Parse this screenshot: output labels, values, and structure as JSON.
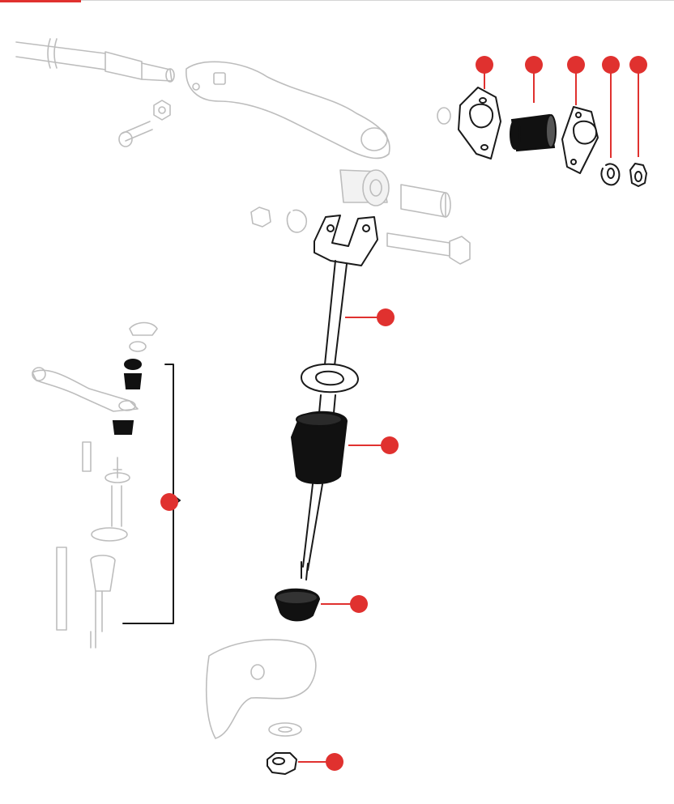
{
  "accent_color": "#e0312f",
  "callouts": [
    {
      "id": "upper-bushing-retainer"
    },
    {
      "id": "upper-bushing"
    },
    {
      "id": "lower-bushing-retainer"
    },
    {
      "id": "lock-washer"
    },
    {
      "id": "nut"
    },
    {
      "id": "bracket-rod"
    },
    {
      "id": "shock-bushing"
    },
    {
      "id": "lower-grommet"
    },
    {
      "id": "end-link-kit"
    },
    {
      "id": "lower-nut"
    }
  ]
}
